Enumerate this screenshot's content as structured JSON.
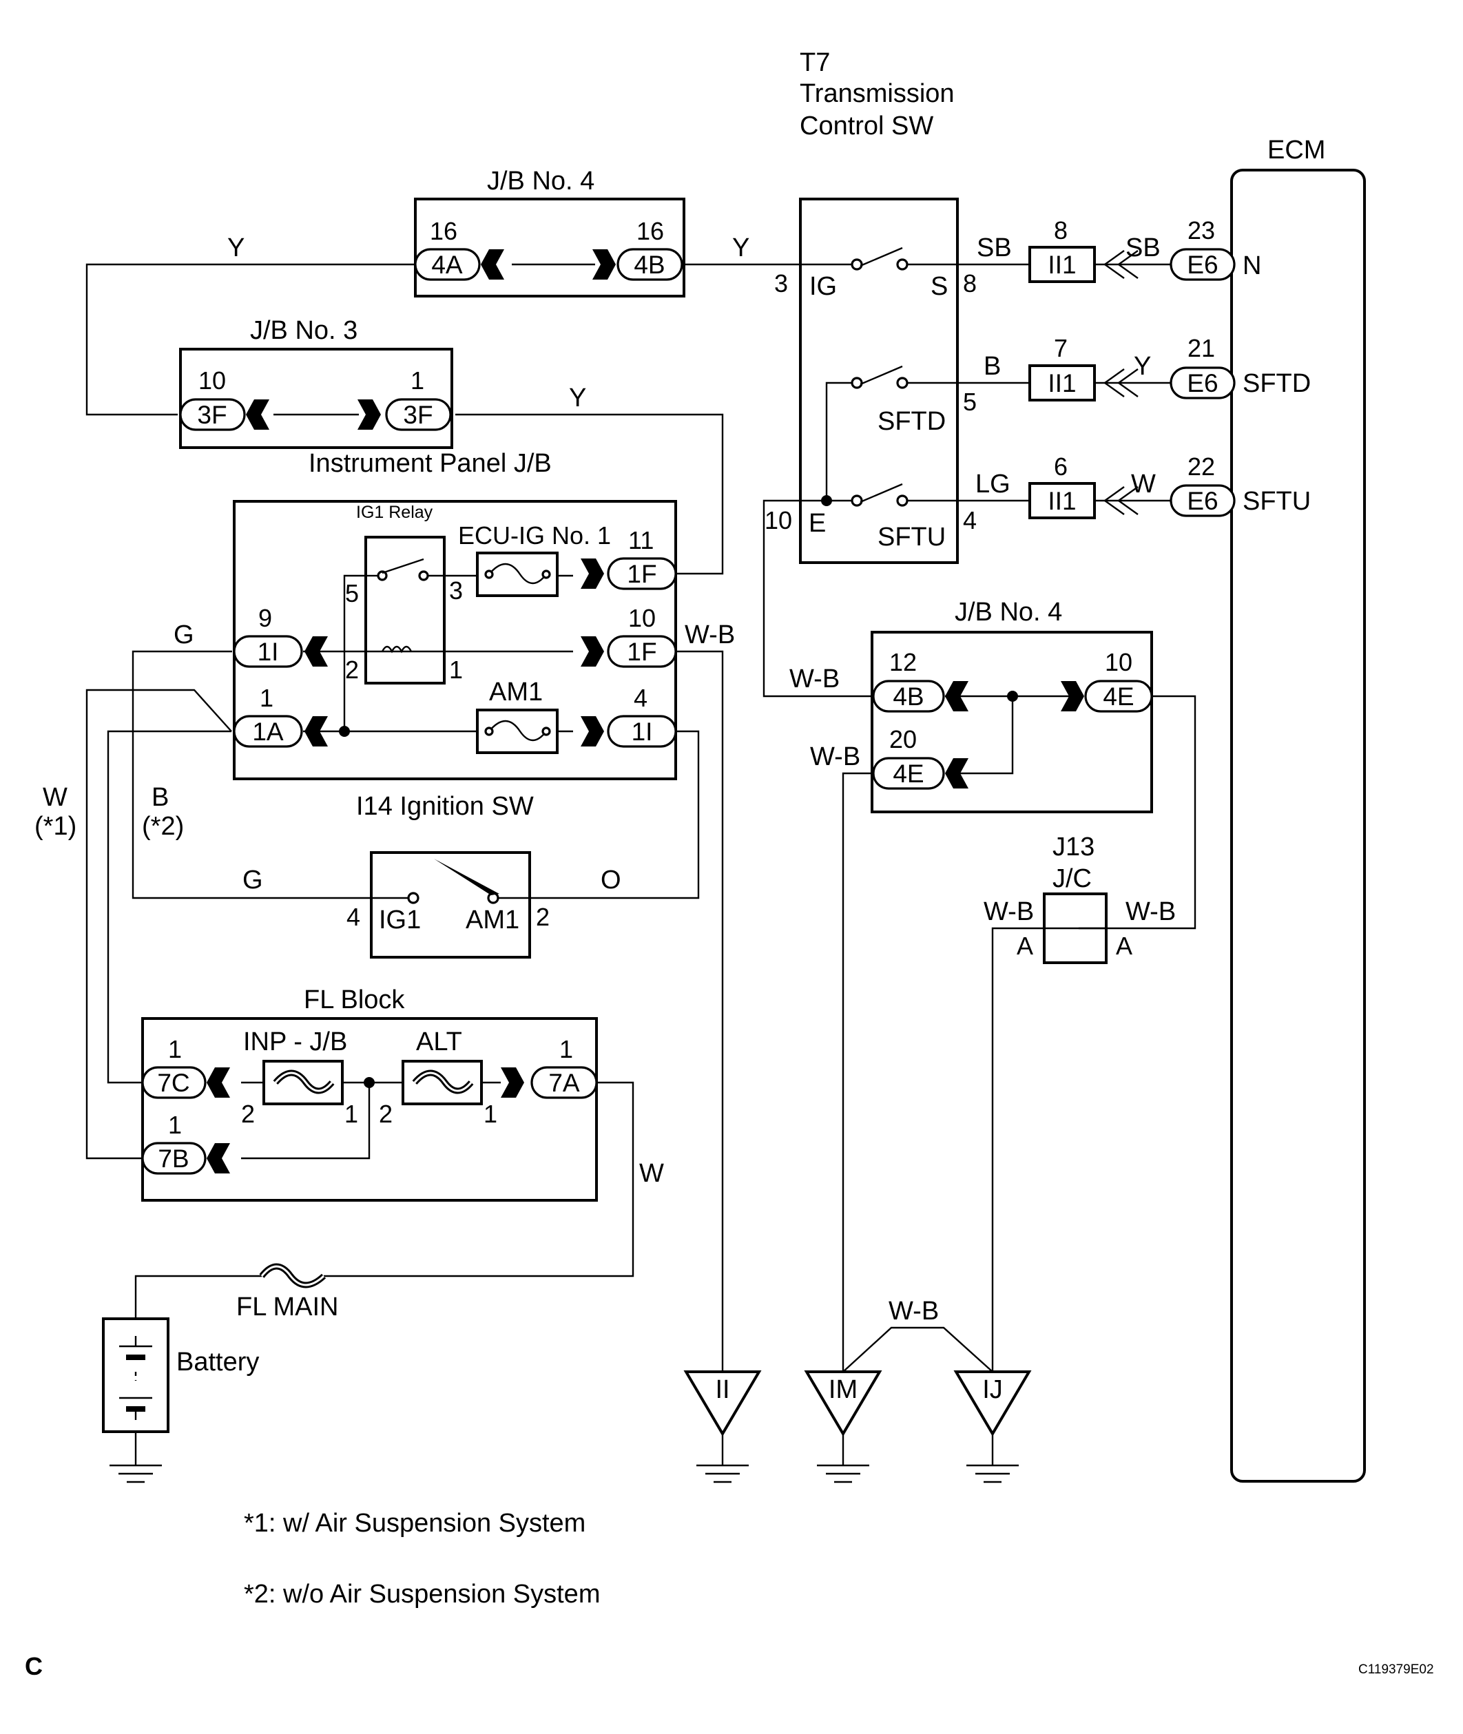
{
  "colors": {
    "line": "#000000",
    "background": "#ffffff"
  },
  "components": {
    "t7": {
      "id": "T7",
      "name": "Transmission",
      "name2": "Control SW"
    },
    "ecm": "ECM",
    "jb4_top": "J/B No. 4",
    "jb3": "J/B No. 3",
    "ipjb": "Instrument Panel J/B",
    "ig1_relay": "IG1 Relay",
    "ecu_ig": "ECU-IG No. 1",
    "am1_fuse": "AM1",
    "ign_sw": "I14 Ignition SW",
    "jb4_bot": "J/B No. 4",
    "j13": "J13",
    "jc": "J/C",
    "fl_block": "FL Block",
    "inp_jb": "INP - J/B",
    "alt": "ALT",
    "fl_main": "FL MAIN",
    "battery": "Battery"
  },
  "switch_labels": {
    "ig": "IG",
    "s": "S",
    "sftd": "SFTD",
    "e": "E",
    "sftu": "SFTU",
    "ig1": "IG1",
    "am1": "AM1"
  },
  "ecm_terminals": {
    "n": "N",
    "sftd": "SFTD",
    "sftu": "SFTU"
  },
  "connectors": {
    "c4a": "4A",
    "c4b_top": "4B",
    "c3f_l": "3F",
    "c3f_r": "3F",
    "c1f_top": "1F",
    "c1f_mid": "1F",
    "c1i_l": "1I",
    "c1a": "1A",
    "c1i_r": "1I",
    "ii1_a": "II1",
    "ii1_b": "II1",
    "ii1_c": "II1",
    "e6_a": "E6",
    "e6_b": "E6",
    "e6_c": "E6",
    "c4b_bot": "4B",
    "c4e_r": "4E",
    "c4e_l": "4E",
    "c7c": "7C",
    "c7b": "7B",
    "c7a": "7A"
  },
  "pins": {
    "p4a": "16",
    "p4b": "16",
    "p3f_l": "10",
    "p3f_r": "1",
    "t7_3": "3",
    "t7_8": "8",
    "t7_5": "5",
    "t7_10": "10",
    "t7_4": "4",
    "ii1_a": "8",
    "ii1_b": "7",
    "ii1_c": "6",
    "e6_a": "23",
    "e6_b": "21",
    "e6_c": "22",
    "p1f_top": "11",
    "p1f_mid": "10",
    "p1i_l": "9",
    "p1a": "1",
    "p1i_r": "4",
    "relay_5": "5",
    "relay_3": "3",
    "relay_2": "2",
    "relay_1": "1",
    "ign_4": "4",
    "ign_2": "2",
    "p4b_bot": "12",
    "p4e_r": "10",
    "p4e_l": "20",
    "p7c": "1",
    "p7b": "1",
    "p7a": "1",
    "inp_2": "2",
    "inp_1": "1",
    "alt_2": "2",
    "alt_1": "1",
    "jc_a_l": "A",
    "jc_a_r": "A"
  },
  "wires": {
    "y_left": "Y",
    "y_mid": "Y",
    "y_jb3": "Y",
    "sb_1": "SB",
    "sb_2": "SB",
    "b": "B",
    "y_ecm": "Y",
    "lg": "LG",
    "w_ecm": "W",
    "g_top": "G",
    "wb_1f": "W-B",
    "w_opt": "W",
    "w_opt_note": "(*1)",
    "b_opt": "B",
    "b_opt_note": "(*2)",
    "g_ign": "G",
    "o_ign": "O",
    "wb_t7e": "W-B",
    "wb_4e": "W-B",
    "wb_jc_l": "W-B",
    "wb_jc_r": "W-B",
    "w_bat": "W",
    "wb_gnd": "W-B"
  },
  "grounds": {
    "ii": "II",
    "im": "IM",
    "ij": "IJ"
  },
  "notes": {
    "n1": "*1: w/ Air Suspension System",
    "n2": "*2: w/o Air Suspension System"
  },
  "footer": {
    "left": "C",
    "right": "C119379E02"
  }
}
